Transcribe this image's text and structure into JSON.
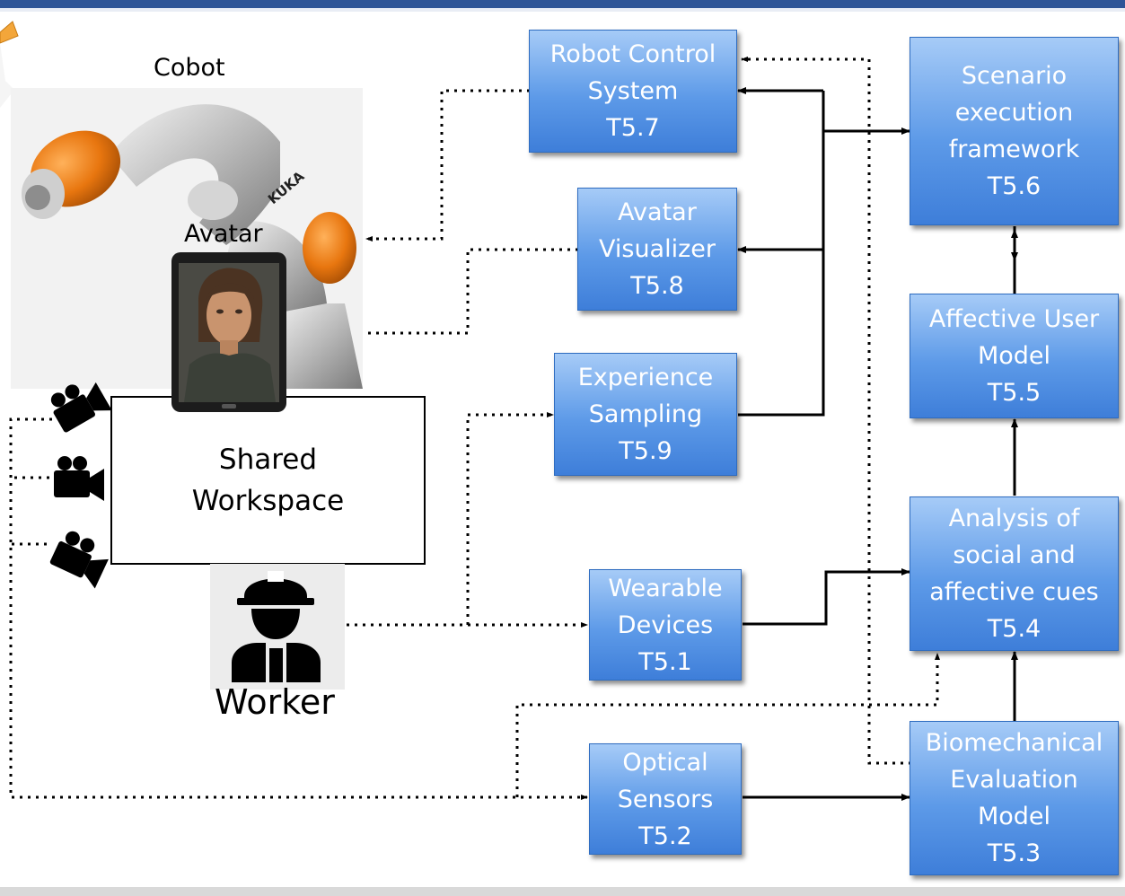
{
  "left": {
    "cobot_label": "Cobot",
    "cobot_brand": "KUKA",
    "avatar_label": "Avatar",
    "workspace": {
      "line1": "Shared",
      "line2": "Workspace"
    },
    "worker_label": "Worker"
  },
  "boxes": {
    "t57": {
      "lines": [
        "Robot Control",
        "System",
        "T5.7"
      ]
    },
    "t58": {
      "lines": [
        "Avatar",
        "Visualizer",
        "T5.8"
      ]
    },
    "t59": {
      "lines": [
        "Experience",
        "Sampling",
        "T5.9"
      ]
    },
    "t51": {
      "lines": [
        "Wearable",
        "Devices",
        "T5.1"
      ]
    },
    "t52": {
      "lines": [
        "Optical",
        "Sensors",
        "T5.2"
      ]
    },
    "t56": {
      "lines": [
        "Scenario",
        "execution",
        "framework",
        "T5.6"
      ]
    },
    "t55": {
      "lines": [
        "Affective User",
        "Model",
        "T5.5"
      ]
    },
    "t54": {
      "lines": [
        "Analysis of",
        "social and",
        "affective cues",
        "T5.4"
      ]
    },
    "t53": {
      "lines": [
        "Biomechanical",
        "Evaluation",
        "Model",
        "T5.3"
      ]
    }
  },
  "colors": {
    "box_fill": "#5d9ae8",
    "box_border": "#2e6cc0",
    "header_bar": "#2f5597",
    "cobot_orange": "#e8760f"
  }
}
